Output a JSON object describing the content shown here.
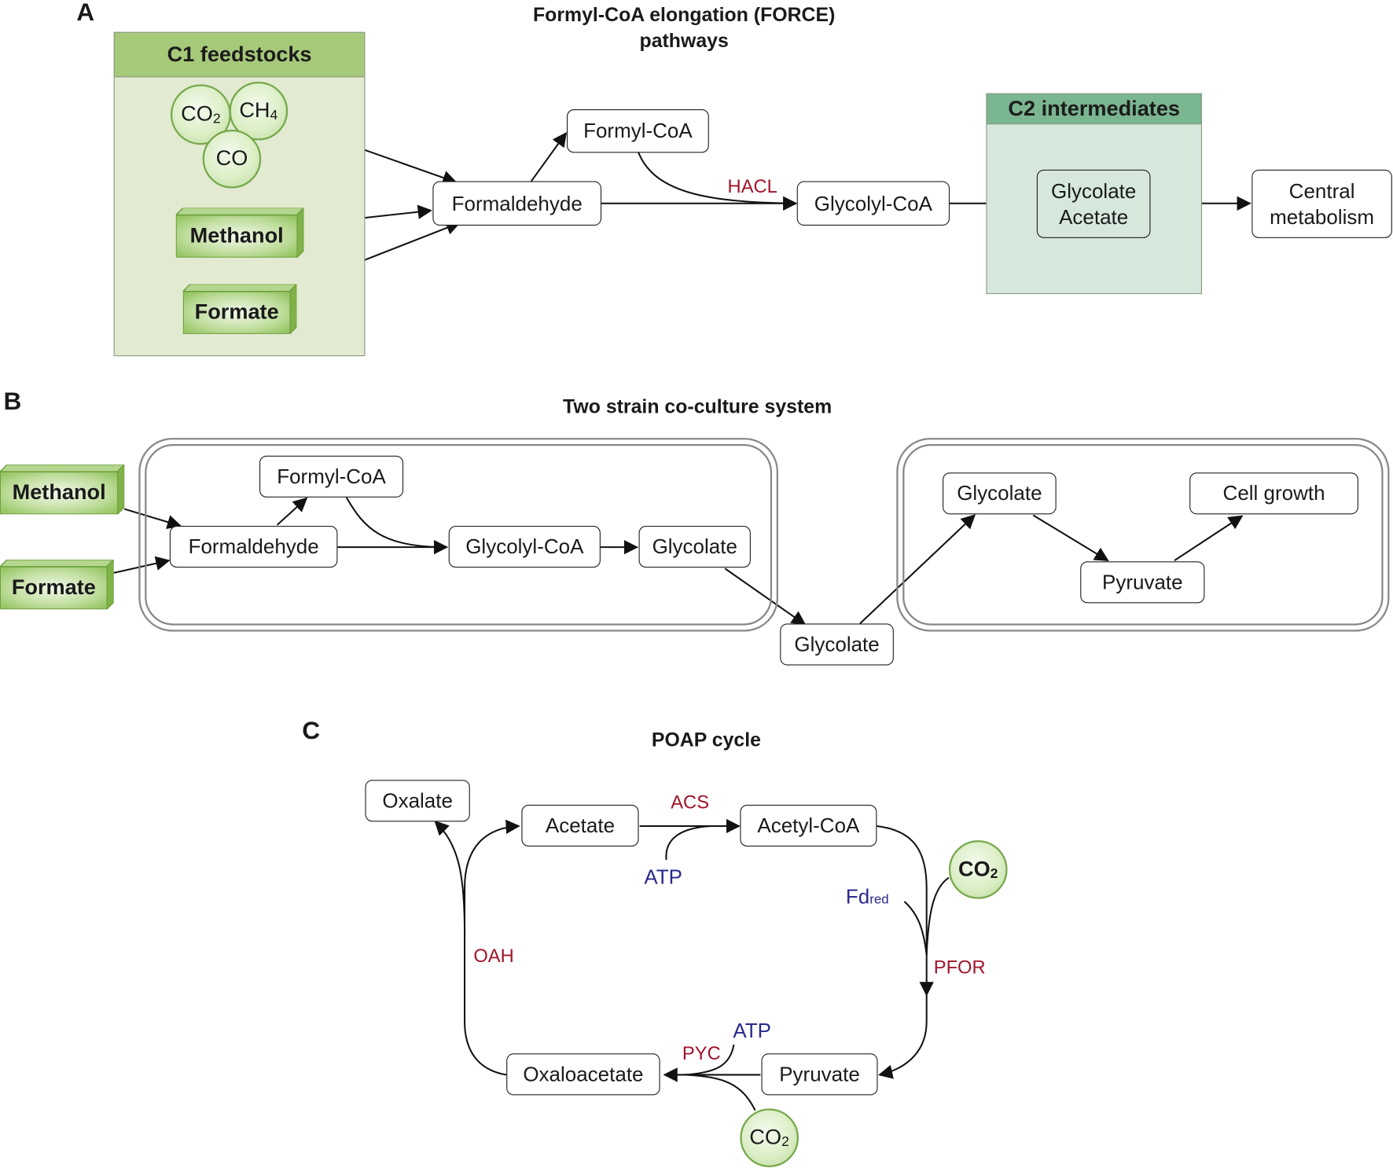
{
  "panels": {
    "A": {
      "letter": "A",
      "title_line1": "Formyl-CoA elongation (FORCE)",
      "title_line2": "pathways",
      "feedstocks_header": "C1 feedstocks",
      "gases": [
        {
          "base": "CO",
          "sub": "2"
        },
        {
          "base": "CH",
          "sub": "4"
        },
        {
          "base": "CO",
          "sub": ""
        }
      ],
      "liquids": [
        "Methanol",
        "Formate"
      ],
      "nodes": {
        "formaldehyde": "Formaldehyde",
        "formyl_coa": "Formyl-CoA",
        "glycolyl_coa": "Glycolyl-CoA",
        "c2_line1": "Glycolate",
        "c2_line2": "Acetate",
        "central_line1": "Central",
        "central_line2": "metabolism"
      },
      "enzyme": "HACL",
      "c2_header": "C2  intermediates"
    },
    "B": {
      "letter": "B",
      "title": "Two strain co-culture system",
      "feeds": [
        "Methanol",
        "Formate"
      ],
      "strain1": {
        "formaldehyde": "Formaldehyde",
        "formyl_coa": "Formyl-CoA",
        "glycolyl_coa": "Glycolyl-CoA",
        "glycolate": "Glycolate"
      },
      "exchange": "Glycolate",
      "strain2": {
        "glycolate": "Glycolate",
        "pyruvate": "Pyruvate",
        "cell_growth": "Cell growth"
      }
    },
    "C": {
      "letter": "C",
      "title": "POAP cycle",
      "nodes": {
        "oxalate": "Oxalate",
        "acetate": "Acetate",
        "acetyl_coa": "Acetyl-CoA",
        "pyruvate": "Pyruvate",
        "oxaloacetate": "Oxaloacetate"
      },
      "enzymes": {
        "acs": "ACS",
        "pfor": "PFOR",
        "pyc": "PYC",
        "oah": "OAH"
      },
      "cofactors": {
        "atp1": "ATP",
        "atp2": "ATP",
        "fd_base": "Fd",
        "fd_sub": "red"
      },
      "co2_top": {
        "base": "CO",
        "sub": "2"
      },
      "co2_bottom": {
        "base": "CO",
        "sub": "2"
      }
    }
  },
  "colors": {
    "feedstock_header": "#a6c97a",
    "feedstock_body": "#e2ebd2",
    "c2_header": "#7ab690",
    "c2_body": "#d6e8dc",
    "enzyme": "#a0142a",
    "cofactor": "#2a2a8c"
  }
}
